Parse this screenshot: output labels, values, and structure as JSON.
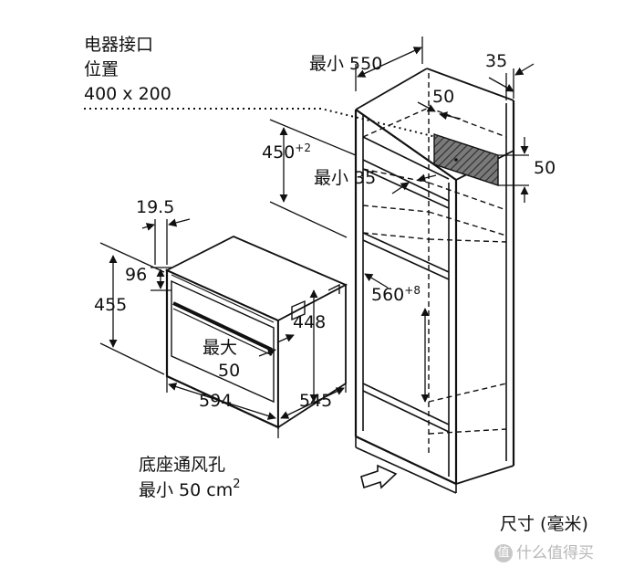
{
  "labels": {
    "socket_title_line1": "电器接口",
    "socket_title_line2": "位置",
    "socket_size": "400 x 200",
    "min_550": "最小 550",
    "dim_35_top": "35",
    "dim_50_top": "50",
    "dim_450": "450",
    "dim_450_sup": "+2",
    "dim_50_right": "50",
    "min_35": "最小 35",
    "dim_19_5": "19.5",
    "dim_96": "96",
    "dim_455": "455",
    "dim_448": "448",
    "dim_560": "560",
    "dim_560_sup": "+8",
    "max_label": "最大",
    "max_value": "50",
    "dim_594": "594",
    "dim_545": "545",
    "vent_line1": "底座通风孔",
    "vent_line2": "最小 50 cm",
    "vent_sup": "2",
    "units": "尺寸 (毫米)",
    "watermark_badge": "值",
    "watermark_text": "什么值得买"
  }
}
